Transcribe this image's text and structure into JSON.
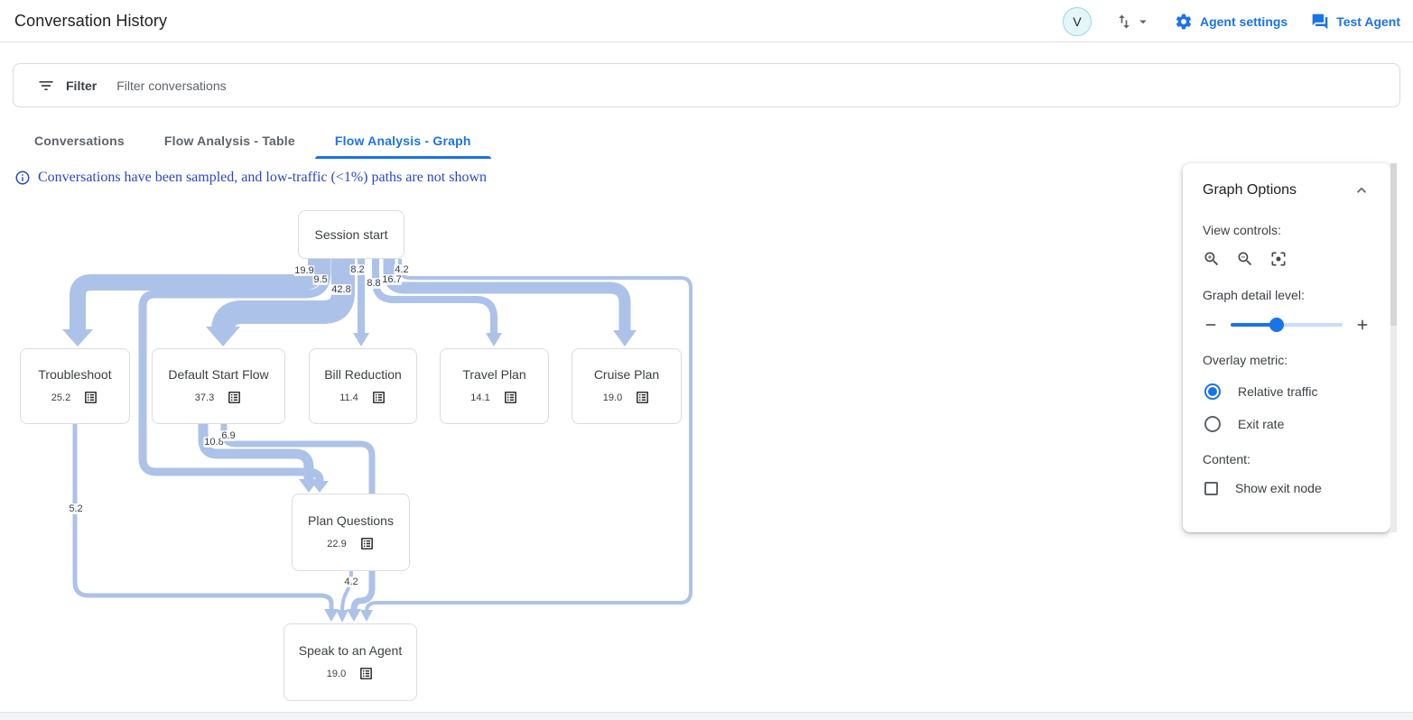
{
  "header": {
    "title": "Conversation History",
    "avatar_initial": "V",
    "agent_settings_label": "Agent settings",
    "test_agent_label": "Test Agent"
  },
  "filter": {
    "label": "Filter",
    "placeholder": "Filter conversations"
  },
  "tabs": [
    {
      "label": "Conversations",
      "active": false
    },
    {
      "label": "Flow Analysis - Table",
      "active": false
    },
    {
      "label": "Flow Analysis - Graph",
      "active": true
    }
  ],
  "notice": {
    "text": "Conversations have been sampled, and low-traffic (<1%) paths are not shown"
  },
  "graph_options": {
    "title": "Graph Options",
    "view_controls_label": "View controls:",
    "detail_level_label": "Graph detail level:",
    "detail_level_percent": 41,
    "overlay_metric_label": "Overlay metric:",
    "overlay_options": [
      {
        "label": "Relative traffic",
        "selected": true
      },
      {
        "label": "Exit rate",
        "selected": false
      }
    ],
    "content_label": "Content:",
    "show_exit_node_label": "Show exit node",
    "show_exit_node_checked": false,
    "accent_color": "#1a73e8"
  },
  "chart_data": {
    "type": "flow-graph",
    "metric": "Relative traffic",
    "edge_color": "#adc2e8",
    "nodes": [
      {
        "id": "session_start",
        "label": "Session start",
        "value": null,
        "value_label": ""
      },
      {
        "id": "troubleshoot",
        "label": "Troubleshoot",
        "value": 25.2,
        "value_label": "25.2"
      },
      {
        "id": "default_start_flow",
        "label": "Default Start Flow",
        "value": 37.3,
        "value_label": "37.3"
      },
      {
        "id": "bill_reduction",
        "label": "Bill Reduction",
        "value": 11.4,
        "value_label": "11.4"
      },
      {
        "id": "travel_plan",
        "label": "Travel Plan",
        "value": 14.1,
        "value_label": "14.1"
      },
      {
        "id": "cruise_plan",
        "label": "Cruise Plan",
        "value": 19.0,
        "value_label": "19.0"
      },
      {
        "id": "plan_questions",
        "label": "Plan Questions",
        "value": 22.9,
        "value_label": "22.9"
      },
      {
        "id": "speak_to_an_agent",
        "label": "Speak to an Agent",
        "value": 19.0,
        "value_label": "19.0"
      }
    ],
    "edges": [
      {
        "from": "Session start",
        "to": "Troubleshoot",
        "value": 19.9,
        "value_label": "19.9"
      },
      {
        "from": "Session start",
        "to": "Plan Questions",
        "value": 9.5,
        "value_label": "9.5"
      },
      {
        "from": "Session start",
        "to": "Default Start Flow",
        "value": 42.8,
        "value_label": "42.8"
      },
      {
        "from": "Session start",
        "to": "Bill Reduction",
        "value": 8.2,
        "value_label": "8.2"
      },
      {
        "from": "Session start",
        "to": "Travel Plan",
        "value": 8.8,
        "value_label": "8.8"
      },
      {
        "from": "Session start",
        "to": "Cruise Plan",
        "value": 16.7,
        "value_label": "16.7"
      },
      {
        "from": "Session start",
        "to": "Speak to an Agent",
        "value": 4.2,
        "value_label": "4.2"
      },
      {
        "from": "Default Start Flow",
        "to": "Plan Questions",
        "value": 10.8,
        "value_label": "10.8"
      },
      {
        "from": "Default Start Flow",
        "to": "Speak to an Agent",
        "value": 6.9,
        "value_label": "6.9"
      },
      {
        "from": "Troubleshoot",
        "to": "Speak to an Agent",
        "value": 5.2,
        "value_label": "5.2"
      },
      {
        "from": "Plan Questions",
        "to": "Speak to an Agent",
        "value": 4.2,
        "value_label": "4.2"
      }
    ]
  }
}
